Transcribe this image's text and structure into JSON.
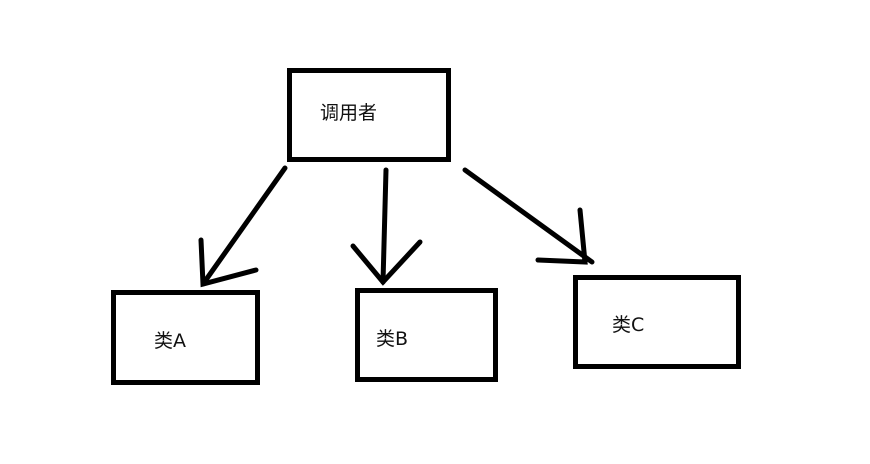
{
  "nodes": {
    "caller": "调用者",
    "class_a": "类A",
    "class_b": "类B",
    "class_c": "类C"
  },
  "edges": [
    {
      "from": "caller",
      "to": "class_a"
    },
    {
      "from": "caller",
      "to": "class_b"
    },
    {
      "from": "caller",
      "to": "class_c"
    }
  ],
  "colors": {
    "stroke": "#000000",
    "background": "#ffffff"
  }
}
